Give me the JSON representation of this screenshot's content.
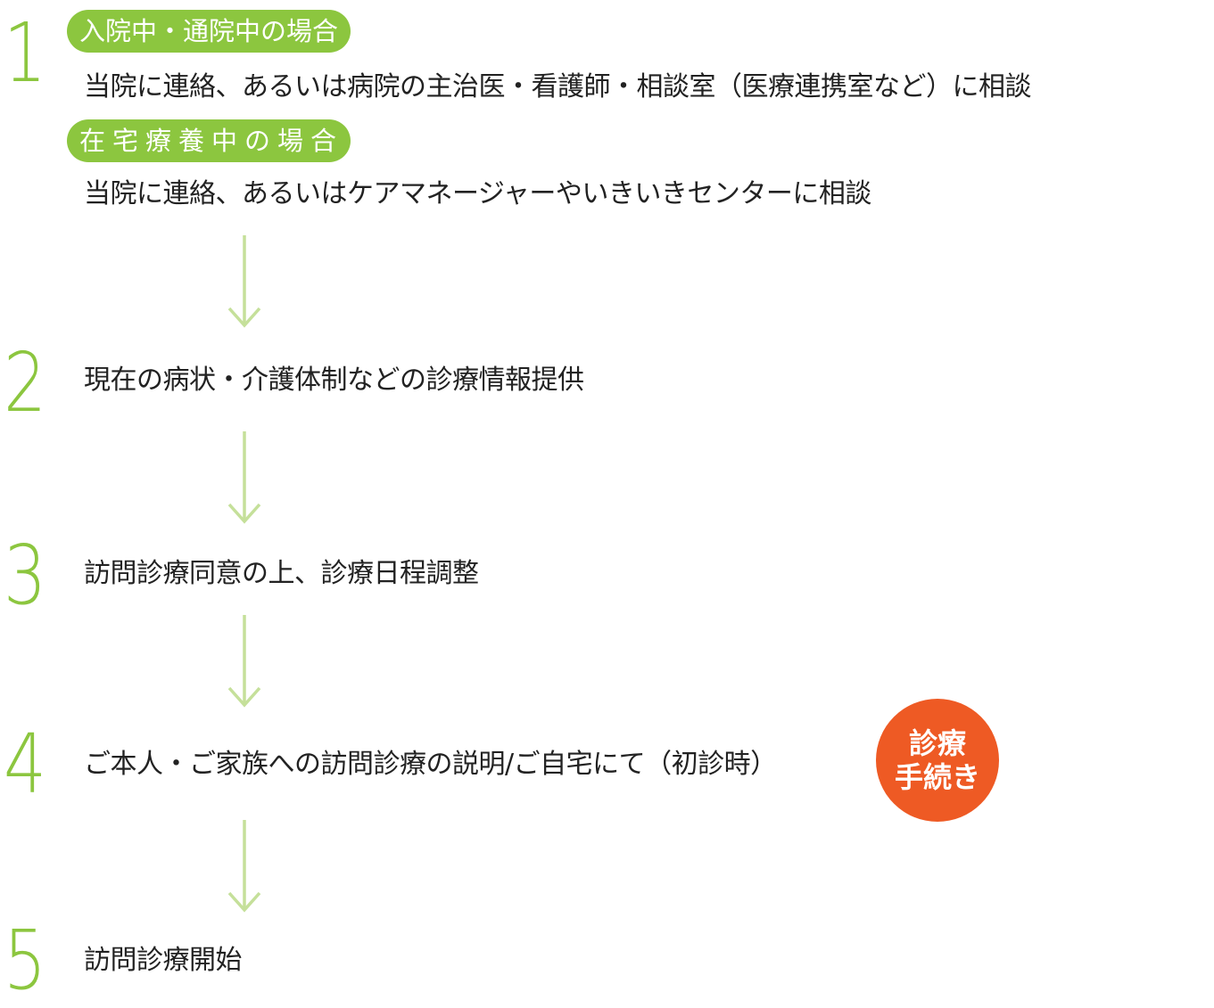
{
  "colors": {
    "accent_green": "#8cc63f",
    "arrow_green": "#c5e09a",
    "badge_orange": "#ee5a24",
    "text": "#222222"
  },
  "steps": [
    {
      "number": "1",
      "sections": [
        {
          "pill": "入院中・通院中の場合",
          "text": "当院に連絡、あるいは病院の主治医・看護師・相談室（医療連携室など）に相談"
        },
        {
          "pill": "在宅療養中の場合",
          "text": "当院に連絡、あるいはケアマネージャーやいきいきセンターに相談"
        }
      ]
    },
    {
      "number": "2",
      "text": "現在の病状・介護体制などの診療情報提供"
    },
    {
      "number": "3",
      "text": "訪問診療同意の上、診療日程調整"
    },
    {
      "number": "4",
      "text": "ご本人・ご家族への訪問診療の説明/ご自宅にて（初診時）"
    },
    {
      "number": "5",
      "text": "訪問診療開始"
    }
  ],
  "badge": {
    "line1": "診療",
    "line2": "手続き"
  },
  "icons": {
    "arrow": "arrow-down-icon"
  }
}
